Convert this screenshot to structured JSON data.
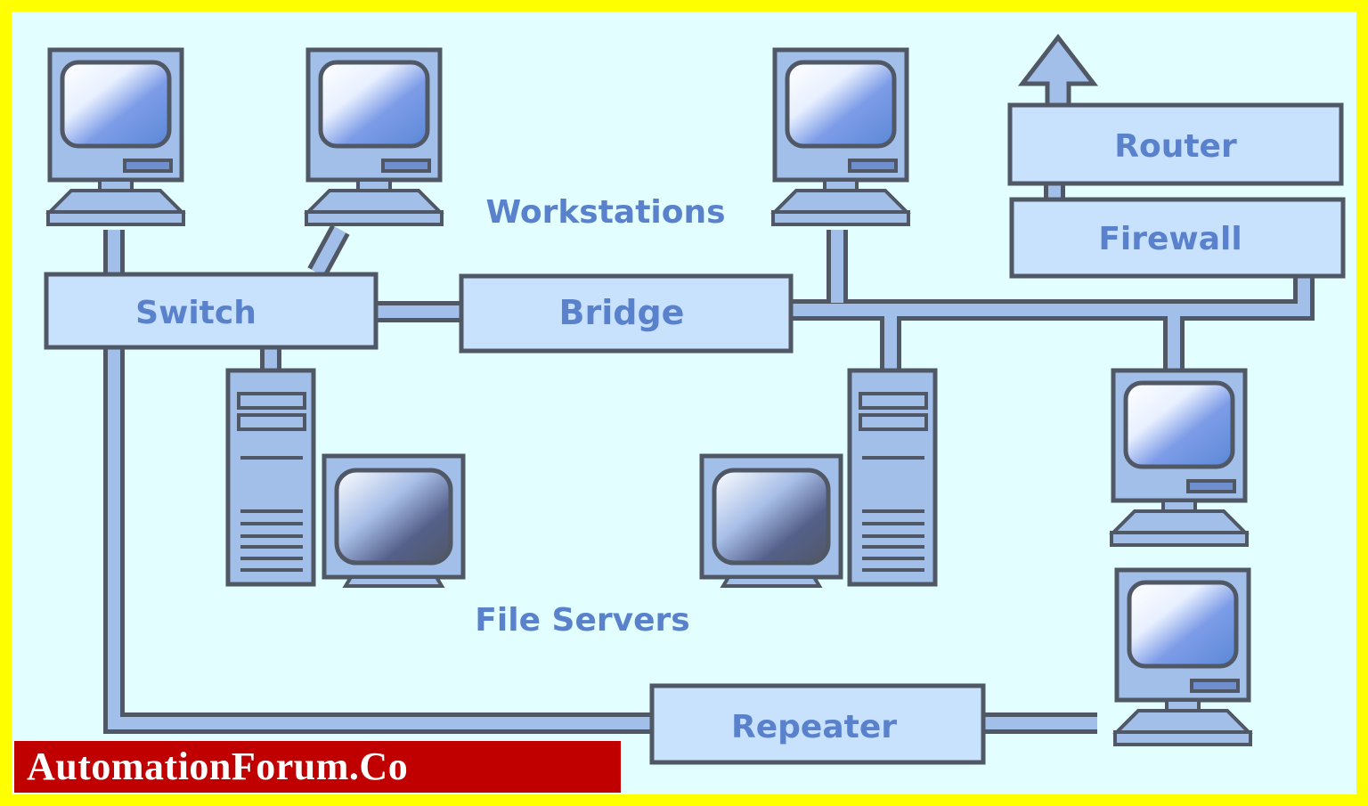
{
  "diagram": {
    "title": "Network devices diagram",
    "colors": {
      "border": "#ffff00",
      "background": "#e2feff",
      "device_fill": "#a2bfea",
      "box_fill": "#c8e2fd",
      "outline": "#505866",
      "label": "#5a82cc",
      "screen_light": "#ffffff",
      "screen_dark": "#5b88d6",
      "watermark_bg": "#c00000",
      "watermark_text": "#ffffff"
    },
    "labels": {
      "workstations": "Workstations",
      "file_servers": "File Servers"
    },
    "devices": [
      {
        "id": "switch",
        "label": "Switch"
      },
      {
        "id": "bridge",
        "label": "Bridge"
      },
      {
        "id": "router",
        "label": "Router"
      },
      {
        "id": "firewall",
        "label": "Firewall"
      },
      {
        "id": "repeater",
        "label": "Repeater"
      }
    ],
    "workstations": [
      {
        "id": "ws-1"
      },
      {
        "id": "ws-2"
      },
      {
        "id": "ws-3"
      },
      {
        "id": "ws-4"
      },
      {
        "id": "ws-5"
      }
    ],
    "file_servers": [
      {
        "id": "fs-1"
      },
      {
        "id": "fs-2"
      }
    ],
    "connections": [
      [
        "ws-1",
        "switch"
      ],
      [
        "ws-2",
        "switch"
      ],
      [
        "switch",
        "fs-1"
      ],
      [
        "switch",
        "bridge"
      ],
      [
        "bridge",
        "ws-3"
      ],
      [
        "bridge",
        "fs-2"
      ],
      [
        "bridge",
        "ws-4"
      ],
      [
        "bridge",
        "firewall"
      ],
      [
        "firewall",
        "router"
      ],
      [
        "router",
        "internet"
      ],
      [
        "switch",
        "repeater"
      ],
      [
        "repeater",
        "ws-5"
      ]
    ]
  },
  "watermark": {
    "text": "AutomationForum.Co"
  }
}
